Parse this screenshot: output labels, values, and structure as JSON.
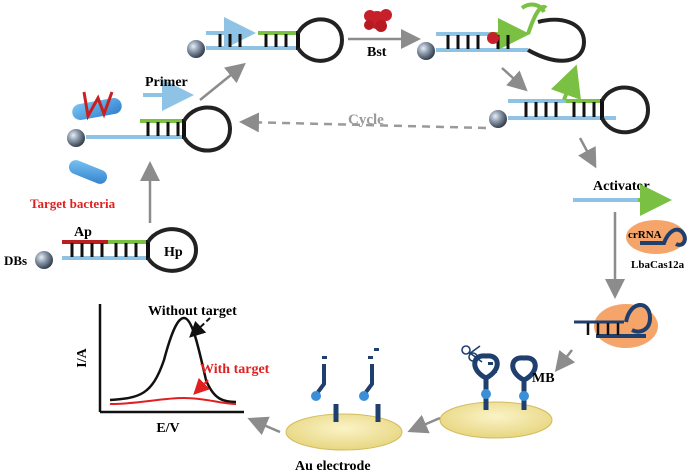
{
  "labels": {
    "primer": "Primer",
    "bst": "Bst",
    "cycle": "Cycle",
    "activator": "Activator",
    "target_bacteria": "Target bacteria",
    "ap": "Ap",
    "hp": "Hp",
    "dbs": "DBs",
    "crrna": "crRNA",
    "cas": "LbaCas12a",
    "mb": "MB",
    "au_electrode": "Au electrode",
    "without_target": "Without target",
    "with_target": "With target",
    "y_axis": "I/A",
    "x_axis": "E/V"
  },
  "colors": {
    "blue_strand": "#8fc3e6",
    "green_strand": "#7ac143",
    "red_strand": "#b82020",
    "hairpin_black": "#111111",
    "bacteria_blue": "#4a9fdf",
    "bst_red": "#c8202a",
    "cas_orange": "#f5a46a",
    "crrna_navy": "#1f3f6e",
    "electrode_yellow": "#f4e7a0",
    "arrow_grey": "#8c8c8c",
    "curve_red": "#e02020",
    "text_red": "#e02020"
  }
}
